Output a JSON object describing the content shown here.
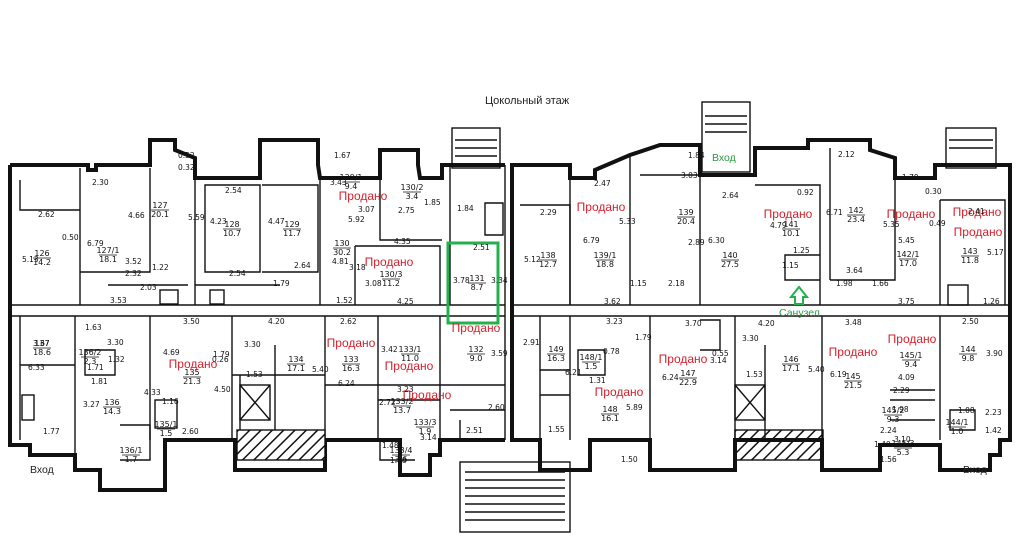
{
  "plan": {
    "title": "Цокольный этаж",
    "sold_label": "Продано",
    "entrances": {
      "left": "Вход",
      "top": "Вход",
      "right": "Вход"
    },
    "wc_label": "Санузел",
    "highlight_color": "#22b14c",
    "sold_color": "#d61f2c"
  },
  "rooms": [
    {
      "id": "126",
      "num": "126",
      "area": "14.2"
    },
    {
      "id": "127_1",
      "num": "127/1",
      "area": "18.1"
    },
    {
      "id": "127",
      "num": "127",
      "area": "20.1"
    },
    {
      "id": "128",
      "num": "128",
      "area": "10.7"
    },
    {
      "id": "129",
      "num": "129",
      "area": "11.7"
    },
    {
      "id": "130_1",
      "num": "130/1",
      "area": "9.4"
    },
    {
      "id": "130_2",
      "num": "130/2",
      "area": "3.4"
    },
    {
      "id": "130",
      "num": "130",
      "area": "30.2"
    },
    {
      "id": "130_3",
      "num": "130/3",
      "area": "11.2"
    },
    {
      "id": "131",
      "num": "131",
      "area": "8.7"
    },
    {
      "id": "138",
      "num": "138",
      "area": "12.7"
    },
    {
      "id": "139_1",
      "num": "139/1",
      "area": "18.8"
    },
    {
      "id": "139",
      "num": "139",
      "area": "20.4"
    },
    {
      "id": "140",
      "num": "140",
      "area": "27.5"
    },
    {
      "id": "141",
      "num": "141",
      "area": "10.1"
    },
    {
      "id": "142",
      "num": "142",
      "area": "23.4"
    },
    {
      "id": "142_1",
      "num": "142/1",
      "area": "17.0"
    },
    {
      "id": "143",
      "num": "143",
      "area": "11.8"
    },
    {
      "id": "137",
      "num": "137",
      "area": "18.6"
    },
    {
      "id": "136_2",
      "num": "136/2",
      "area": "2.3"
    },
    {
      "id": "136",
      "num": "136",
      "area": "14.3"
    },
    {
      "id": "136_1",
      "num": "136/1",
      "area": "1.7"
    },
    {
      "id": "135",
      "num": "135",
      "area": "21.3"
    },
    {
      "id": "135_1",
      "num": "135/1",
      "area": "1.5"
    },
    {
      "id": "134",
      "num": "134",
      "area": "17.1"
    },
    {
      "id": "133",
      "num": "133",
      "area": "16.3"
    },
    {
      "id": "133_1",
      "num": "133/1",
      "area": "11.0"
    },
    {
      "id": "133_2",
      "num": "133/2",
      "area": "13.7"
    },
    {
      "id": "133_3",
      "num": "133/3",
      "area": "1.9"
    },
    {
      "id": "133_4",
      "num": "133/4",
      "area": "3.6"
    },
    {
      "id": "132",
      "num": "132",
      "area": "9.0"
    },
    {
      "id": "149",
      "num": "149",
      "area": "16.3"
    },
    {
      "id": "148_1",
      "num": "148/1",
      "area": "1.5"
    },
    {
      "id": "148",
      "num": "148",
      "area": "16.1"
    },
    {
      "id": "147",
      "num": "147",
      "area": "22.9"
    },
    {
      "id": "146",
      "num": "146",
      "area": "17.1"
    },
    {
      "id": "145",
      "num": "145",
      "area": "21.5"
    },
    {
      "id": "145_1",
      "num": "145/1",
      "area": "9.4"
    },
    {
      "id": "145_2",
      "num": "145/2",
      "area": "9.3"
    },
    {
      "id": "145_3",
      "num": "145/3",
      "area": "5.3"
    },
    {
      "id": "144",
      "num": "144",
      "area": "9.8"
    },
    {
      "id": "144_1",
      "num": "144/1",
      "area": "1.0"
    }
  ],
  "dimensions": [
    "2.30",
    "2.62",
    "0.50",
    "5.13",
    "6.79",
    "4.66",
    "5.59",
    "0.52",
    "0.32",
    "2.54",
    "4.23",
    "4.47",
    "1.67",
    "3.43",
    "3.07",
    "5.92",
    "2.75",
    "1.85",
    "3.52",
    "2.32",
    "2.54",
    "2.64",
    "4.81",
    "3.18",
    "3.08",
    "4.35",
    "4.25",
    "1.52",
    "3.53",
    "2.03",
    "1.22",
    "1.79",
    "1.84",
    "2.51",
    "3.78",
    "3.34",
    "2.29",
    "5.12",
    "5.33",
    "2.47",
    "6.79",
    "3.03",
    "1.84",
    "2.89",
    "2.64",
    "6.30",
    "0.92",
    "4.79",
    "1.25",
    "1.15",
    "2.12",
    "6.71",
    "5.35",
    "5.45",
    "3.64",
    "1.98",
    "3.75",
    "1.66",
    "2.41",
    "5.17",
    "0.49",
    "1.79",
    "0.30",
    "1.26",
    "3.62",
    "1.15",
    "2.18",
    "3.67",
    "6.33",
    "1.63",
    "3.30",
    "1.32",
    "1.71",
    "1.81",
    "3.27",
    "4.33",
    "1.77",
    "3.50",
    "4.69",
    "1.79",
    "0.26",
    "4.50",
    "1.16",
    "2.60",
    "4.20",
    "3.30",
    "1.53",
    "5.40",
    "2.62",
    "6.24",
    "3.42",
    "3.23",
    "2.72",
    "1.48",
    "1.78",
    "3.14",
    "2.51",
    "3.59",
    "2.60",
    "3.23",
    "1.79",
    "6.21",
    "1.31",
    "5.89",
    "1.50",
    "3.70",
    "0.55",
    "3.14",
    "6.24",
    "4.20",
    "3.30",
    "1.53",
    "5.40",
    "3.48",
    "6.19",
    "4.09",
    "2.29",
    "1.98",
    "2.24",
    "3.10",
    "1.56",
    "2.50",
    "3.90",
    "1.08",
    "2.23",
    "1.42",
    "1.40",
    "2.91",
    "1.55",
    "0.78",
    "1.19"
  ]
}
